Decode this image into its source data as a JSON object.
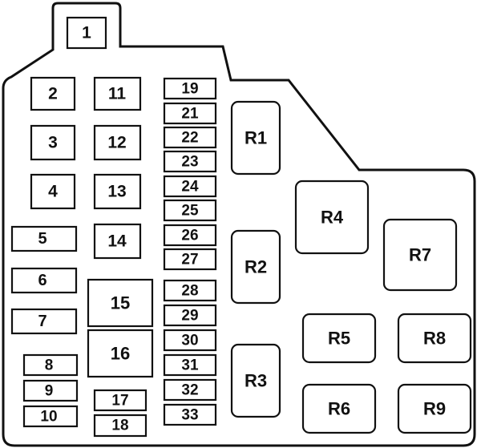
{
  "diagram": {
    "fuses": [
      "1",
      "2",
      "3",
      "4",
      "5",
      "6",
      "7",
      "8",
      "9",
      "10",
      "11",
      "12",
      "13",
      "14",
      "15",
      "16",
      "17",
      "18",
      "19",
      "21",
      "22",
      "23",
      "24",
      "25",
      "26",
      "27",
      "28",
      "29",
      "30",
      "31",
      "32",
      "33"
    ],
    "relays": [
      "R1",
      "R2",
      "R3",
      "R4",
      "R5",
      "R6",
      "R7",
      "R8",
      "R9"
    ],
    "colors": {
      "stroke": "#111111",
      "fill": "#ffffff"
    }
  }
}
